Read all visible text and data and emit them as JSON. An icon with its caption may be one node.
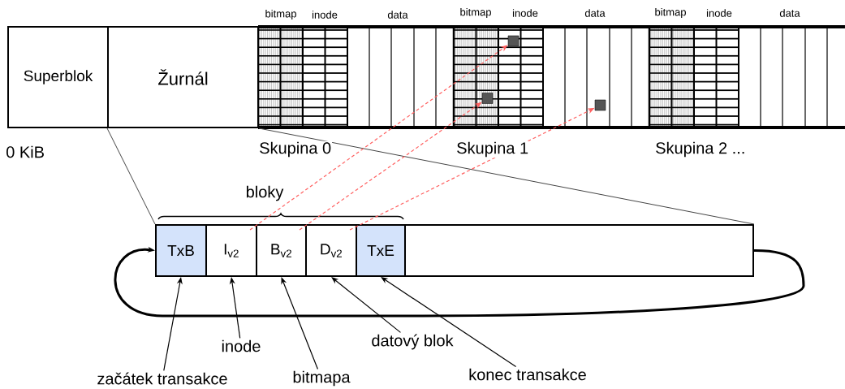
{
  "diagram": {
    "nodes": [
      {
        "text": [
          "Superblok"
        ]
      },
      {
        "text": [
          "Žurnál"
        ]
      },
      {
        "text": [],
        "shape": "box"
      },
      {
        "text": [],
        "shape": "box"
      },
      {
        "text": [],
        "shape": "box"
      },
      {
        "text": [],
        "shape": "box"
      },
      {
        "text": [
          "TxB"
        ],
        "in": 5
      },
      {
        "text": [
          "I$_{v2}$"
        ],
        "in": 5
      },
      {
        "text": [
          "B$_{v2}$"
        ],
        "in": 5
      },
      {
        "text": [
          "D$_{v2}$"
        ],
        "in": 5
      },
      {
        "text": [
          "TxE"
        ],
        "in": 5
      },
      {
        "text": [
          "začátek transakce"
        ]
      },
      {
        "text": [
          "inode"
        ]
      },
      {
        "text": [
          "bitmapa"
        ]
      },
      {
        "text": [
          "datový blok"
        ]
      },
      {
        "text": [
          "konec transakce"
        ]
      }
    ],
    "edges": [
      {
        "from": 1,
        "to": 5,
        "arrow": "none",
        "color": "#444444"
      },
      {
        "from": 1,
        "to": 5,
        "arrow": "none",
        "color": "#444444"
      },
      {
        "from": 7,
        "to": 2,
        "arrow": "to",
        "style": "dashed",
        "color": "#ff5f5f"
      },
      {
        "from": 8,
        "to": 3,
        "arrow": "to",
        "style": "dashed",
        "color": "#ff5f5f"
      },
      {
        "from": 9,
        "to": 4,
        "arrow": "to",
        "style": "dashed",
        "color": "#ff5f5f"
      },
      {
        "from": 5,
        "to": 6,
        "arrow": "to",
        "style": "thick"
      },
      {
        "from": 11,
        "to": 6,
        "arrow": "to"
      },
      {
        "from": 12,
        "to": 7,
        "arrow": "to"
      },
      {
        "from": 13,
        "to": 8,
        "arrow": "to"
      },
      {
        "from": 14,
        "to": 9,
        "arrow": "to"
      },
      {
        "from": 15,
        "to": 10,
        "arrow": "to"
      }
    ],
    "labels": [
      "bitmap",
      "inode",
      "data",
      "bitmap",
      "inode",
      "data",
      "bitmap",
      "inode",
      "data",
      "0 KiB",
      "Skupina 0",
      "Skupina 1",
      "Skupina 2 ...",
      "bloky"
    ]
  }
}
